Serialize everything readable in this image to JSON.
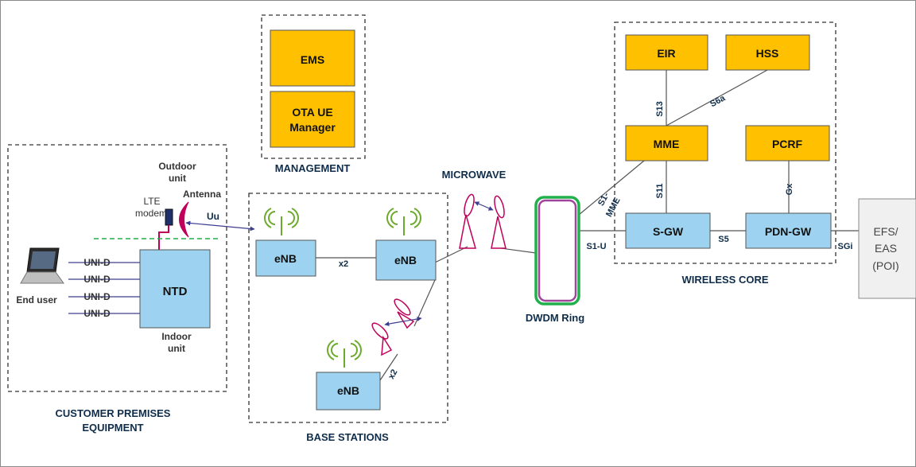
{
  "management": {
    "label": "MANAGEMENT",
    "ems": "EMS",
    "ota_line1": "OTA UE",
    "ota_line2": "Manager"
  },
  "core": {
    "label": "WIRELESS CORE",
    "eir": "EIR",
    "hss": "HSS",
    "mme": "MME",
    "pcrf": "PCRF",
    "sgw": "S-GW",
    "pdngw": "PDN-GW",
    "s13": "S13",
    "s6a": "S6a",
    "s11": "S11",
    "gx": "Gx",
    "s5": "S5",
    "s1mme_line1": "S1-",
    "s1mme_line2": "MME",
    "s1u": "S1-U",
    "sgi": "SGi"
  },
  "cpe": {
    "label_line1": "CUSTOMER PREMISES",
    "label_line2": "EQUIPMENT",
    "outdoor_line1": "Outdoor",
    "outdoor_line2": "unit",
    "lte_line1": "LTE",
    "lte_line2": "modem",
    "antenna": "Antenna",
    "ntd": "NTD",
    "indoor_line1": "Indoor",
    "indoor_line2": "unit",
    "end_user": "End user",
    "uni": [
      "UNI-D",
      "UNI-D",
      "UNI-D",
      "UNI-D"
    ]
  },
  "base": {
    "label": "BASE STATIONS",
    "enb": "eNB",
    "x2": "x2"
  },
  "uu": "Uu",
  "microwave": "MICROWAVE",
  "dwdm": "DWDM Ring",
  "poi": {
    "line1": "EFS/",
    "line2": "EAS",
    "line3": "(POI)"
  },
  "colors": {
    "orange": "#FFC000",
    "blue": "#9DD3F0",
    "label": "#0F2D4A",
    "antenna": "#C0005A",
    "green": "#6DAA2C",
    "ring_outer": "#21B04B",
    "ring_inner": "#A0469A",
    "link": "#3D3D8F"
  }
}
